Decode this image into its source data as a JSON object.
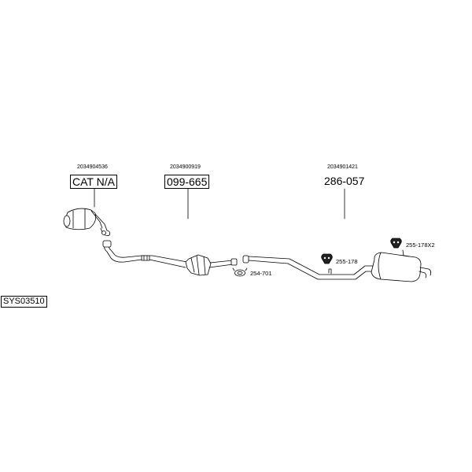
{
  "system_id": "SYS03510",
  "parts": [
    {
      "part_number": "2034904536",
      "code": "CAT N/A"
    },
    {
      "part_number": "2034900919",
      "code": "099-665"
    },
    {
      "part_number": "2034901421",
      "code": "286-057"
    }
  ],
  "fittings": {
    "clamp": "254-701",
    "mount_front": "255-178",
    "mount_rear": "255-178X2"
  }
}
